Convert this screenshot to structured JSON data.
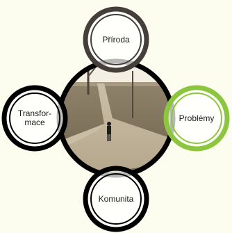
{
  "diagram": {
    "center": {
      "kind": "photo",
      "subject": "person standing at a fork in a dirt road"
    },
    "nodes": [
      {
        "id": "top",
        "label": "Příroda",
        "lines": [
          "Příroda"
        ],
        "ring_color": "#453e3a"
      },
      {
        "id": "left",
        "label": "Transformace",
        "lines": [
          "Transfor-",
          "mace"
        ],
        "ring_color": "#000000"
      },
      {
        "id": "right",
        "label": "Problémy",
        "lines": [
          "Problémy"
        ],
        "ring_color": "#8cc63f"
      },
      {
        "id": "bottom",
        "label": "Komunita",
        "lines": [
          "Komunita"
        ],
        "ring_color": "#000000"
      }
    ]
  },
  "colors": {
    "background": "#fdfdef",
    "center_ring": "#000000",
    "node_fill": "#ffffff",
    "overlap_tint": "#6a6a6a"
  }
}
